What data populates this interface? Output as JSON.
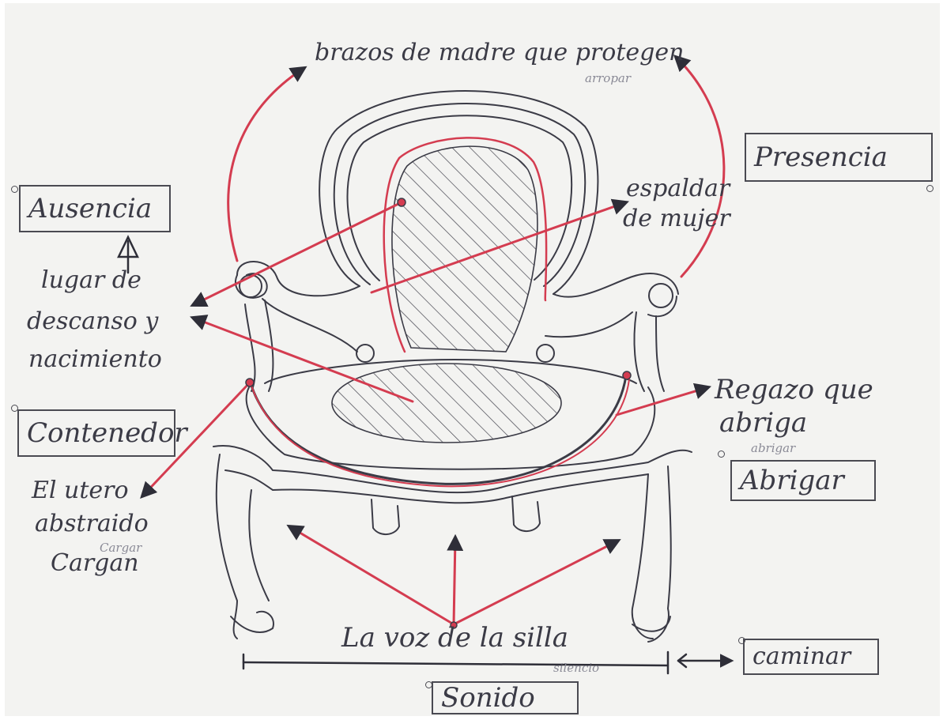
{
  "labels": {
    "top_arc": "brazos de madre que protegen",
    "top_arc_small": "arropar",
    "presencia": "Presencia",
    "espaldar_1": "espaldar",
    "espaldar_2": "de mujer",
    "ausencia": "Ausencia",
    "lugar_1": "lugar de",
    "lugar_2": "descanso y",
    "lugar_3": "nacimiento",
    "contenedor": "Contenedor",
    "utero_1": "El utero",
    "utero_2": "abstraido",
    "cargar_small": "Cargar",
    "cargar": "Cargan",
    "regazo_1": "Regazo que",
    "regazo_2": "abriga",
    "abrigar_small": "abrigar",
    "abrigar": "Abrigar",
    "voz": "La voz de la silla",
    "silencio_small": "silencio",
    "caminar": "caminar",
    "sonido": "Sonido"
  },
  "colors": {
    "paper": "#f3f3f1",
    "ink": "#3b3b46",
    "red": "#d43c50",
    "pencil": "#8a8a96"
  },
  "icons": [
    "pin-icon",
    "arrow-icon"
  ]
}
